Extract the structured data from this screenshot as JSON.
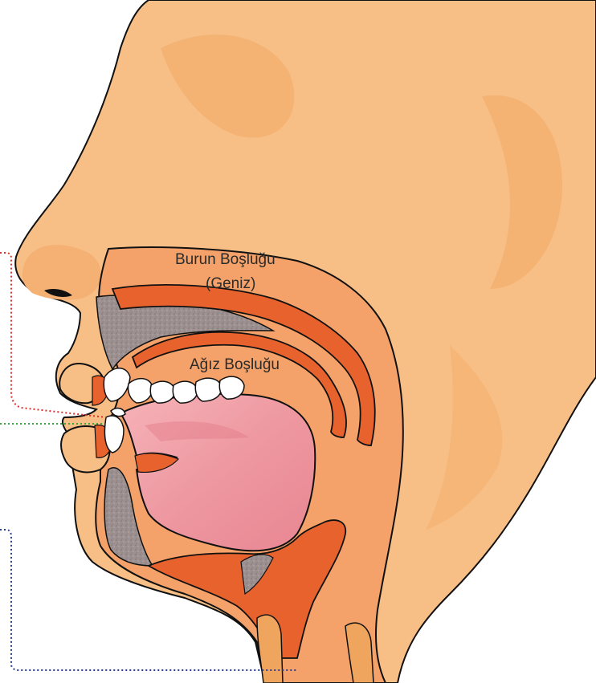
{
  "labels": {
    "nasal_cavity_line1": "Burun Boşluğu",
    "nasal_cavity_line2": "(Geniz)",
    "oral_cavity": "Ağız Boşluğu"
  },
  "colors": {
    "skin": "#f7bf86",
    "skin_shade": "#f0a55e",
    "tissue": "#f4a26a",
    "muscle": "#e8622d",
    "tongue": "#ef9aa2",
    "tongue_dark": "#e07585",
    "bone_gray": "#9c8f90",
    "teeth": "#ffffff",
    "outline": "#111111",
    "leader_red": "#d9322c",
    "leader_green": "#3aa640",
    "leader_blue": "#2b3f8f"
  }
}
